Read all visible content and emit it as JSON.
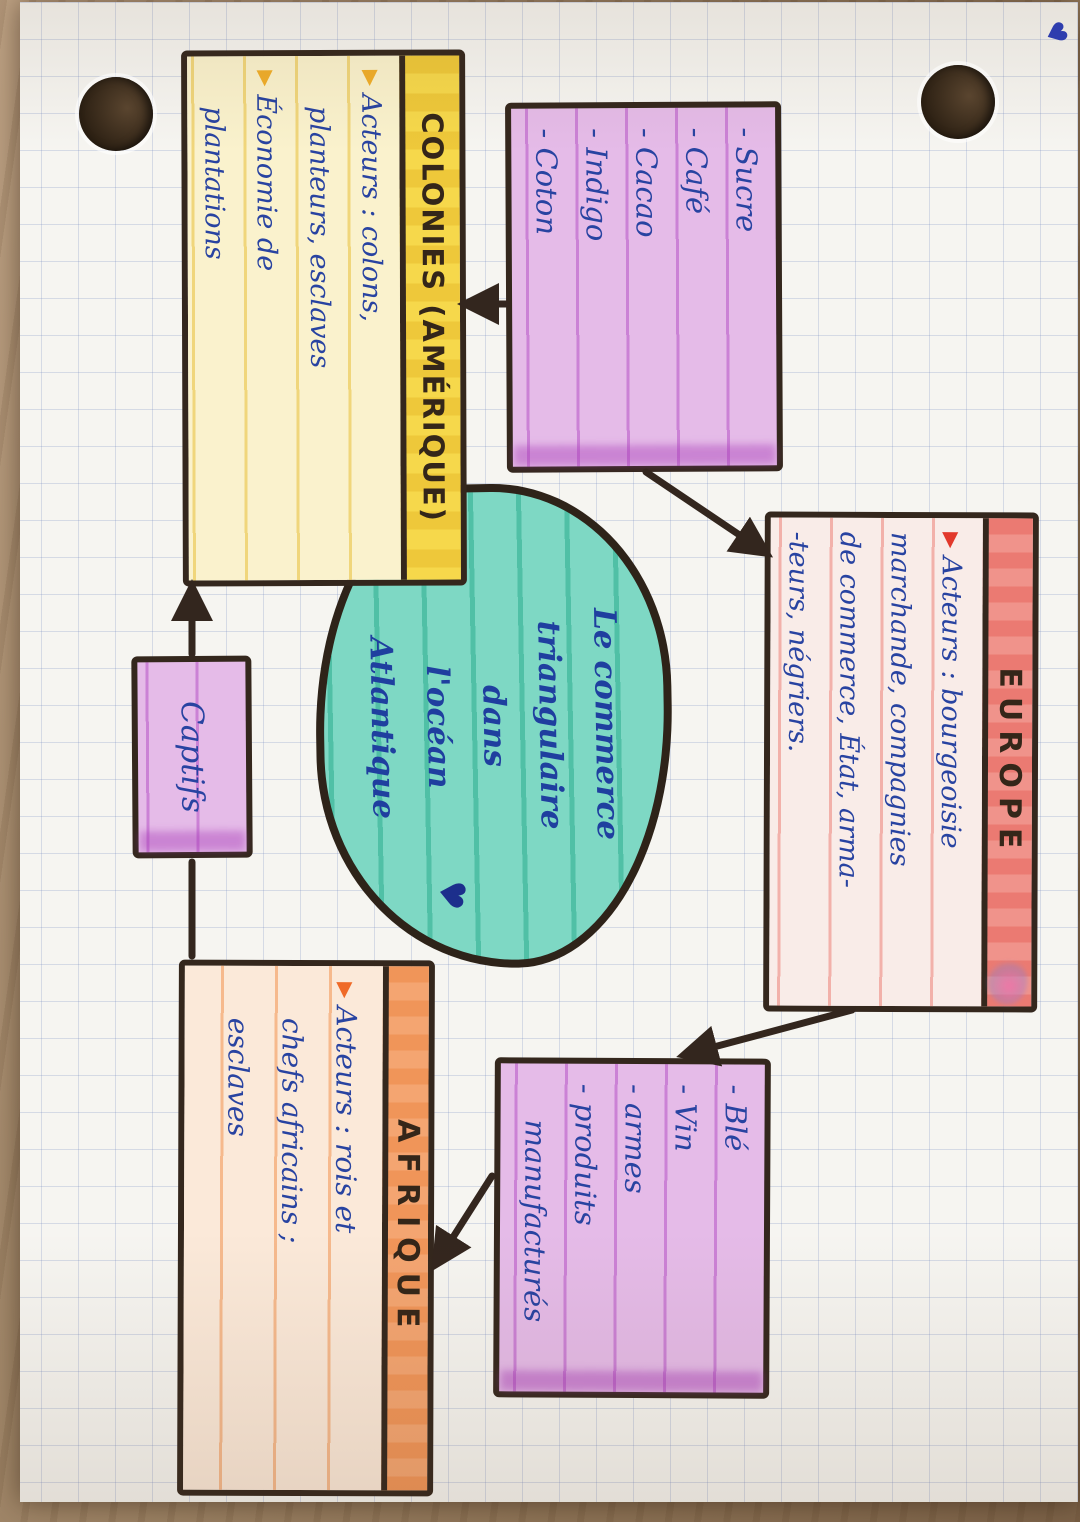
{
  "document_kind": "hand-drawn history mind map on squared paper",
  "glyphs": {
    "bullet": "▶",
    "heart": "♥",
    "pen_mark": "♥"
  },
  "colors": {
    "europe_header": "#f0938b",
    "colonies_header": "#f6d84b",
    "afrique_header": "#f4a571",
    "product_box_fill": "#e5bbe8",
    "center_blob_fill": "#7ed8c4",
    "ink": "#2843a1",
    "outline": "#34271d",
    "paper": "#f6f5f1",
    "desk_wood": "#a2886a"
  },
  "center": {
    "lines": [
      "Le commerce",
      "triangulaire",
      "dans",
      "l'océan",
      "Atlantique"
    ]
  },
  "nodes": {
    "europe": {
      "title": "EUROPE",
      "lines": [
        "Acteurs : bourgeoisie",
        "marchande, compagnies",
        "de commerce, État, arma-",
        "-teurs, négriers."
      ]
    },
    "produits_colonies": {
      "lines": [
        "- Sucre",
        "- Café",
        "- Cacao",
        "- Indigo",
        "- Coton"
      ]
    },
    "produits_europe": {
      "lines": [
        "- Blé",
        "- Vin",
        "- armes",
        "- produits",
        "manufacturés"
      ]
    },
    "colonies": {
      "title": "COLONIES (AMÉRIQUE)",
      "lines": [
        "Acteurs : colons,",
        "planteurs, esclaves",
        "Économie de",
        "plantations"
      ]
    },
    "afrique": {
      "title": "AFRIQUE",
      "lines": [
        "Acteurs : rois et",
        "chefs africains ;",
        "esclaves"
      ]
    },
    "captifs": {
      "label": "Captifs"
    }
  },
  "arrows": [
    {
      "from": "produits_colonies",
      "to": "colonies"
    },
    {
      "from": "colonies",
      "to": "europe"
    },
    {
      "from": "europe",
      "to": "produits_europe"
    },
    {
      "from": "produits_europe",
      "to": "afrique"
    },
    {
      "from": "afrique",
      "to": "captifs"
    },
    {
      "from": "captifs",
      "to": "colonies"
    }
  ]
}
